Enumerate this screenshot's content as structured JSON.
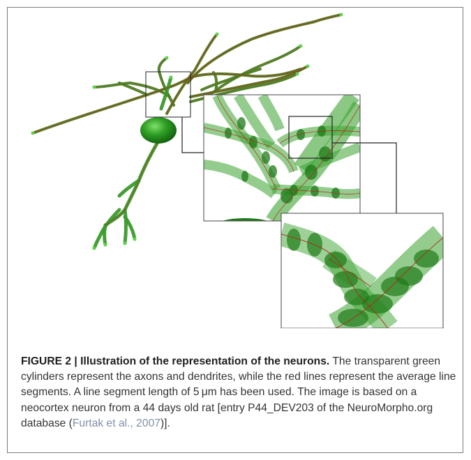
{
  "figure": {
    "label": "FIGURE 2 | ",
    "title": "Illustration of the representation of the neurons.",
    "caption_body_1": " The transparent green cylinders represent the axons and dendrites, while the red lines represent the average line segments. A line segment length of 5 μm has been used. The image is based on a neocortex neuron from a 44 days old rat [entry P44_DEV203 of the NeuroMorpho.org database (",
    "caption_citation": "Furtak et al., 2007",
    "caption_body_2": ")]."
  },
  "colors": {
    "cylinder": "#3a9a2c",
    "cylinder_dark": "#1f6d17",
    "segment_line": "#b02a16",
    "soma": "#1e8a1a",
    "frame": "#7a7a7a",
    "citation": "#7f8fa8"
  }
}
